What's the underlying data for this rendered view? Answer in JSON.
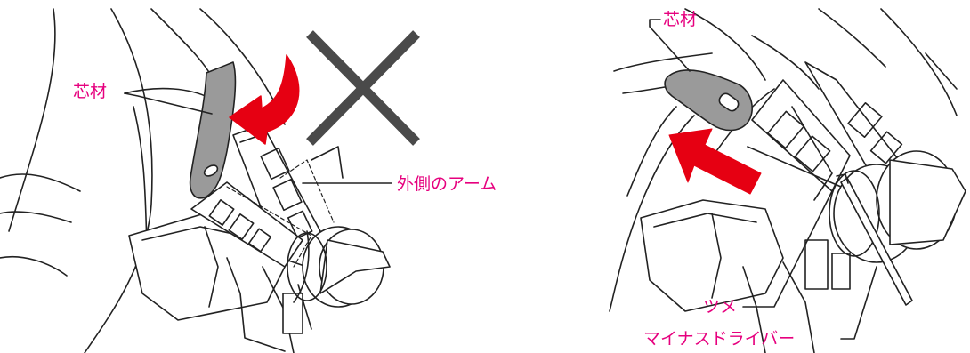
{
  "left_figure": {
    "labels": {
      "core": "芯材",
      "outer_arm": "外側のアーム"
    },
    "icons": [
      "red-curved-arrow-icon",
      "prohibited-x-icon"
    ],
    "colors": {
      "arrow": "#e60012",
      "x_mark": "#4a4a4a",
      "core": "#9a9a9a",
      "leader": "#e6007e"
    }
  },
  "right_figure": {
    "labels": {
      "core": "芯材",
      "tab": "ツメ",
      "screwdriver": "マイナスドライバー"
    },
    "icons": [
      "red-straight-arrow-icon",
      "flathead-screwdriver-icon"
    ],
    "colors": {
      "arrow": "#e60012",
      "core": "#9a9a9a",
      "leader": "#e6007e"
    }
  }
}
